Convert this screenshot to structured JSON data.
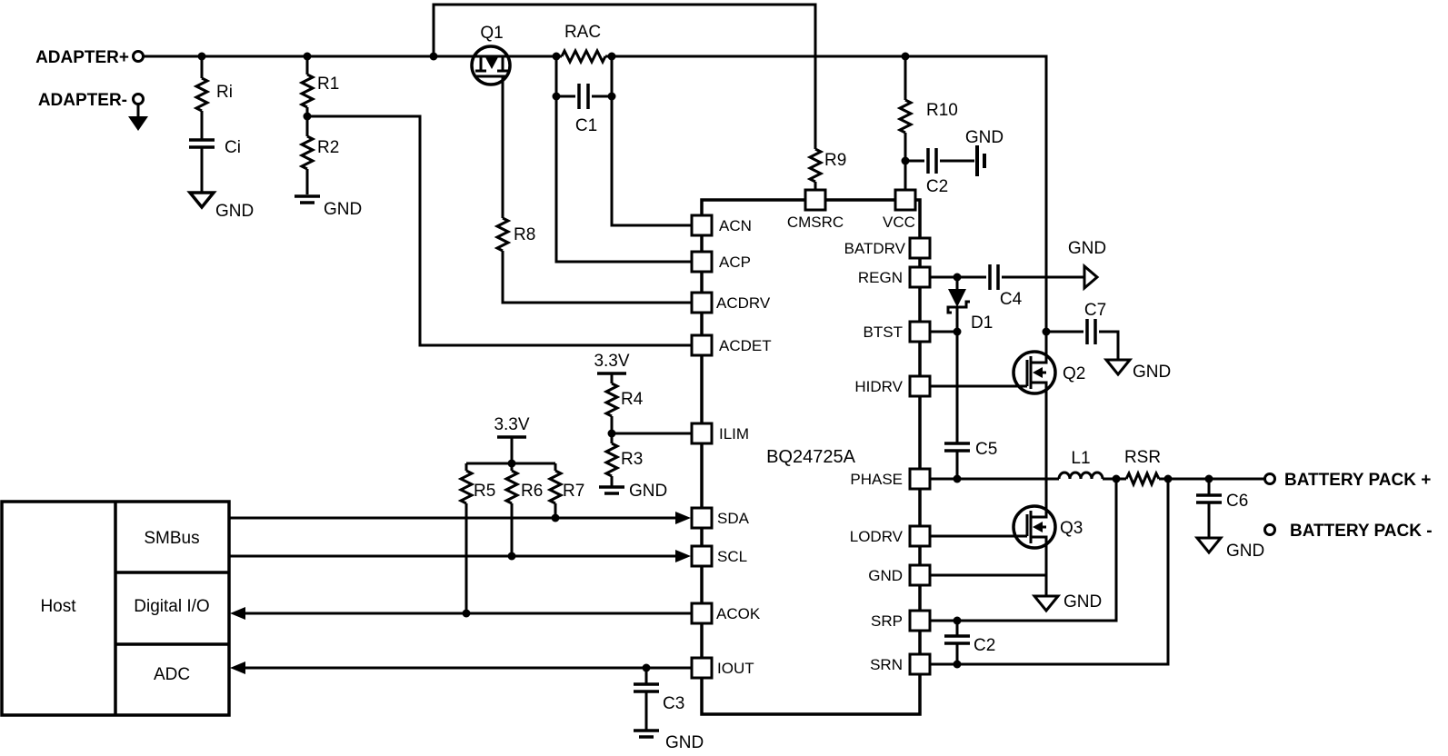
{
  "schematic": {
    "ic": {
      "name": "BQ24725A",
      "left_pins": [
        "ACN",
        "ACP",
        "ACDRV",
        "ACDET",
        "ILIM",
        "SDA",
        "SCL",
        "ACOK",
        "IOUT"
      ],
      "top_pins": [
        "CMSRC",
        "VCC"
      ],
      "right_pins": [
        "BATDRV",
        "REGN",
        "BTST",
        "HIDRV",
        "PHASE",
        "LODRV",
        "GND",
        "SRP",
        "SRN"
      ]
    },
    "terminals": {
      "adapter_plus": "ADAPTER+",
      "adapter_minus": "ADAPTER-",
      "battery_plus": "BATTERY PACK +",
      "battery_minus": "BATTERY PACK -"
    },
    "host": {
      "label": "Host",
      "interfaces": [
        "SMBus",
        "Digital I/O",
        "ADC"
      ]
    },
    "power": {
      "v33": "3.3V",
      "gnd": "GND"
    },
    "components": {
      "q1": "Q1",
      "q2": "Q2",
      "q3": "Q3",
      "d1": "D1",
      "l1": "L1",
      "rac": "RAC",
      "rsr": "RSR",
      "ri": "Ri",
      "r1": "R1",
      "r2": "R2",
      "r3": "R3",
      "r4": "R4",
      "r5": "R5",
      "r6": "R6",
      "r7": "R7",
      "r8": "R8",
      "r9": "R9",
      "r10": "R10",
      "ci": "Ci",
      "c1": "C1",
      "c2": "C2",
      "c3": "C3",
      "c4": "C4",
      "c5": "C5",
      "c6": "C6",
      "c7": "C7"
    }
  }
}
